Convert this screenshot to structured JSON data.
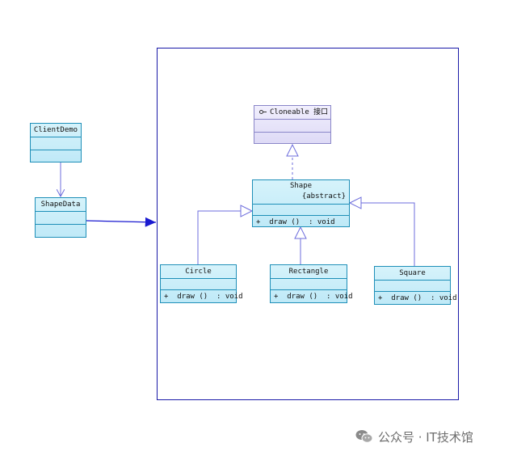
{
  "diagram": {
    "client_demo": {
      "name": "ClientDemo"
    },
    "shape_data": {
      "name": "ShapeData"
    },
    "cloneable": {
      "name": "Cloneable 接口"
    },
    "shape": {
      "name": "Shape",
      "stereotype": "{abstract}",
      "operation": "+  draw ()  : void"
    },
    "circle": {
      "name": "Circle",
      "operation": "+  draw ()  : void"
    },
    "rectangle": {
      "name": "Rectangle",
      "operation": "+  draw ()  : void"
    },
    "square": {
      "name": "Square",
      "operation": "+  draw ()  : void"
    }
  },
  "watermark": {
    "text": "公众号 · IT技术馆"
  },
  "colors": {
    "class_border": "#1e8fb8",
    "class_fill": "#c8edf9",
    "interface_border": "#8a86c8",
    "interface_fill": "#e6e3f8",
    "relation_line": "#6d6ddc",
    "package_border": "#1a1aa8"
  }
}
